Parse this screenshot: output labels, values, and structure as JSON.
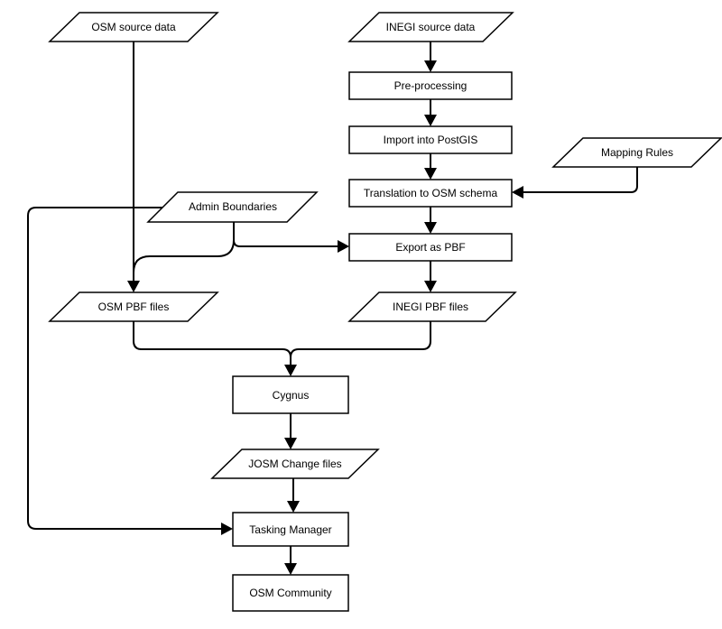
{
  "nodes": {
    "osm_source": "OSM source data",
    "inegi_source": "INEGI source data",
    "preprocessing": "Pre-processing",
    "import_postgis": "Import into PostGIS",
    "mapping_rules": "Mapping Rules",
    "translation": "Translation to OSM schema",
    "admin_boundaries": "Admin Boundaries",
    "export_pbf": "Export as PBF",
    "osm_pbf": "OSM PBF files",
    "inegi_pbf": "INEGI PBF files",
    "cygnus": "Cygnus",
    "josm_change": "JOSM Change files",
    "tasking_manager": "Tasking Manager",
    "osm_community": "OSM Community"
  },
  "colors": {
    "stroke": "#000000",
    "fill": "#ffffff"
  }
}
